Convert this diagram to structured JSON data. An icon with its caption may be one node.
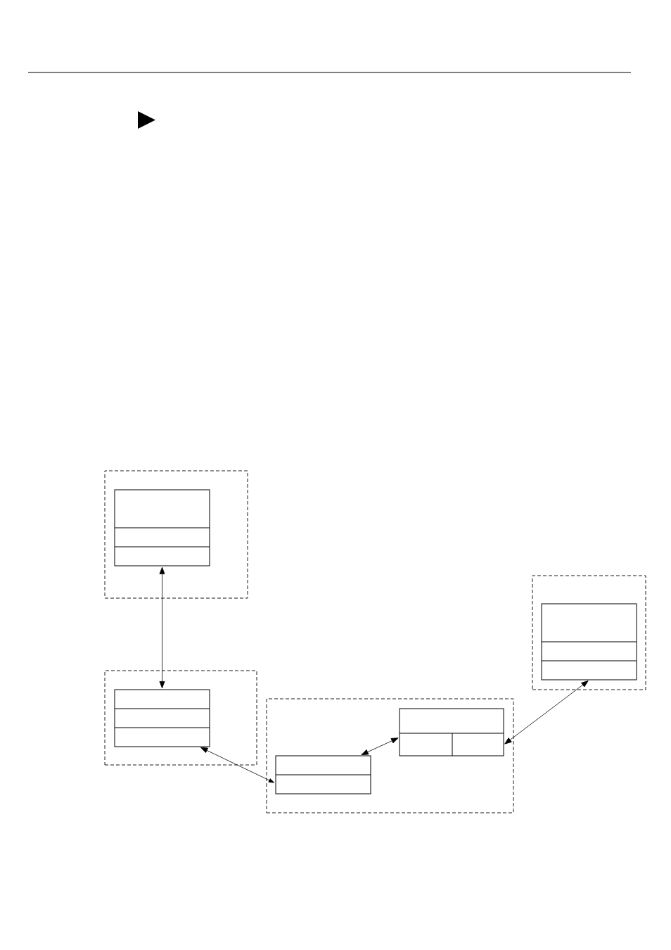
{
  "diagram": {
    "nodes": [
      {
        "text": [],
        "shape": "box"
      },
      {
        "text": [],
        "shape": "box",
        "in": 0
      },
      {
        "text": [],
        "shape": "box"
      },
      {
        "text": [],
        "shape": "box",
        "in": 2
      },
      {
        "text": [],
        "shape": "box"
      },
      {
        "text": [],
        "shape": "box",
        "in": 4
      },
      {
        "text": [],
        "shape": "box"
      },
      {
        "text": [],
        "shape": "box",
        "in": 6
      },
      {
        "text": [],
        "shape": "box",
        "in": 6
      }
    ],
    "edges": [
      {
        "from": 1,
        "to": 5,
        "arrow": "both"
      },
      {
        "from": 5,
        "to": 8,
        "arrow": "both"
      },
      {
        "from": 8,
        "to": 7,
        "arrow": "both"
      },
      {
        "from": 7,
        "to": 3,
        "arrow": "both"
      }
    ]
  }
}
